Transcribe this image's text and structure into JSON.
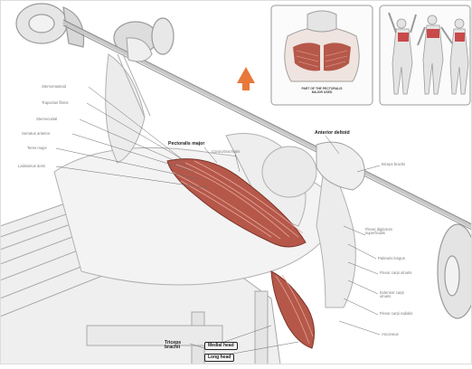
{
  "illustration": {
    "arrow_color": "#e8793a",
    "muscle_color": "#b5584a",
    "sketch_color": "#b9b9b9",
    "inset_caption": "PART OF THE PECTORALIS\nMAJOR USED",
    "labels": {
      "sternomastoid": "Sternomastoid",
      "trapezius_fibres": "Trapezius fibres",
      "sternocostal": "Sternocostal",
      "serratus_anterior": "Serratus anterior",
      "teres_major": "Teres major",
      "latissimus_dorsi": "Latissimus dorsi",
      "pectoralis_major": "Pectoralis major",
      "coracobrachialis": "Coracobrachialis",
      "anterior_deltoid": "Anterior deltoid",
      "biceps_brachii": "Biceps brachii",
      "flexor_digitorum": "Flexor digitorum superficialis",
      "palmaris_longus": "Palmaris longus",
      "flexor_carpi_ulnaris": "Flexor carpi ulnaris",
      "extensor_carpi_ulnaris": "Extensor carpi ulnaris",
      "flexor_carpi_radialis": "Flexor carpi radialis",
      "anconeus": "Anconeus",
      "triceps_brachii": "Triceps brachii",
      "medial_head": "Medial head",
      "long_head": "Long head"
    }
  }
}
